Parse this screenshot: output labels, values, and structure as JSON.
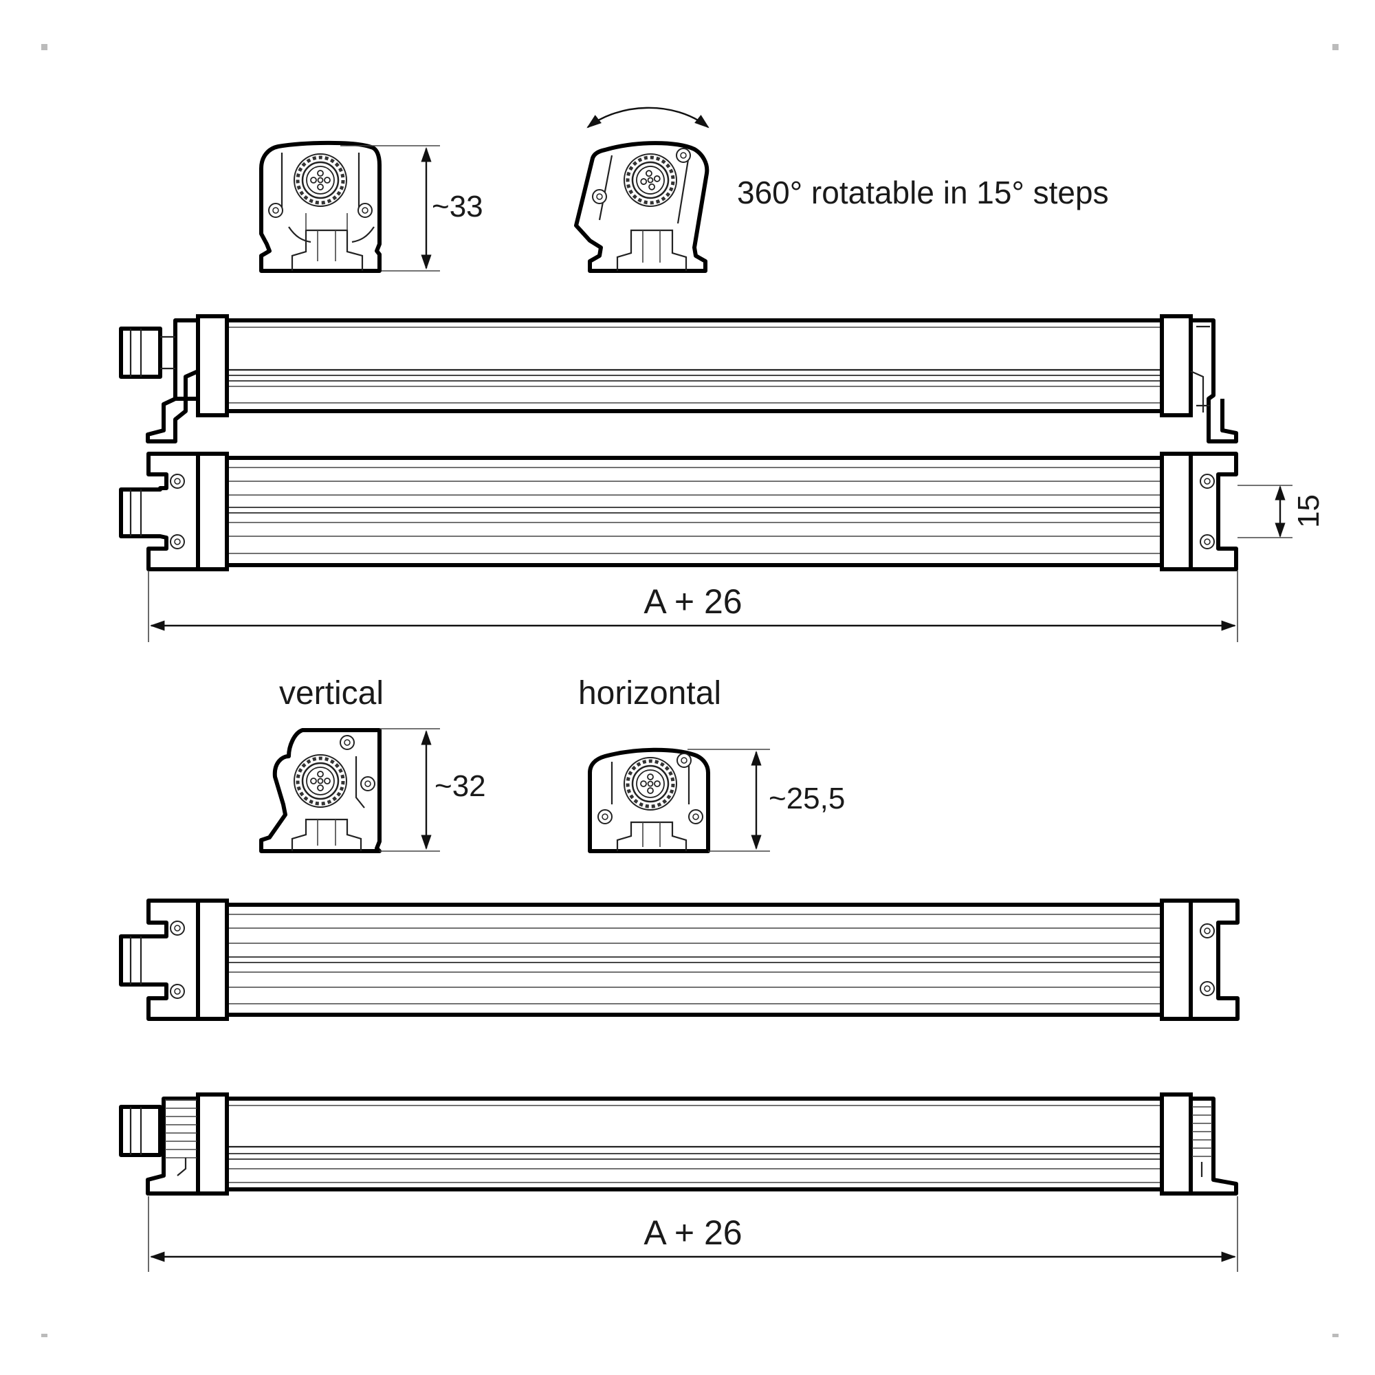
{
  "colors": {
    "line": "#000000",
    "background": "#ffffff"
  },
  "labels": {
    "rotation_note": "360° rotatable in 15° steps",
    "dim_height_top": "~33",
    "dim_width_end": "15",
    "dim_length_1": "A + 26",
    "view_vertical": "vertical",
    "view_horizontal": "horizontal",
    "dim_height_vertical": "~32",
    "dim_height_horizontal": "~25,5",
    "dim_length_2": "A + 26"
  }
}
